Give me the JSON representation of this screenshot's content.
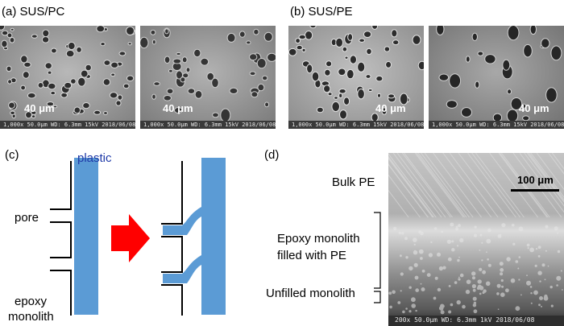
{
  "panel_a": {
    "label": "(a) SUS/PC",
    "images": [
      {
        "scale_text": "40 μm",
        "meta": "1,000x 50.0μm WD: 6.3mm 15kV 2018/06/08"
      },
      {
        "scale_text": "40 μm",
        "meta": "1,000x 50.0μm WD: 6.3mm 15kV 2018/06/08"
      }
    ]
  },
  "panel_b": {
    "label": "(b) SUS/PE",
    "images": [
      {
        "scale_text": "40 μm",
        "meta": "1,000x 50.0μm WD: 6.3mm 15kV 2018/06/08"
      },
      {
        "scale_text": "40 μm",
        "meta": "1,000x 50.0μm WD: 6.3mm 15kV 2018/06/08"
      }
    ]
  },
  "panel_c": {
    "label": "(c)",
    "plastic": "plastic",
    "pore": "pore",
    "epoxy_line1": "epoxy",
    "epoxy_line2": "monolith",
    "colors": {
      "plastic": "#5b9bd5",
      "arrow": "#ff0000",
      "plastic_text": "#1f3aa8"
    }
  },
  "panel_d": {
    "label": "(d)",
    "scale_text": "100 μm",
    "bulk": "Bulk PE",
    "filled_line1": "Epoxy monolith",
    "filled_line2": "filled with PE",
    "unfilled": "Unfilled monolith",
    "meta": "200x 50.0μm WD: 6.3mm 1kV 2018/06/08"
  }
}
